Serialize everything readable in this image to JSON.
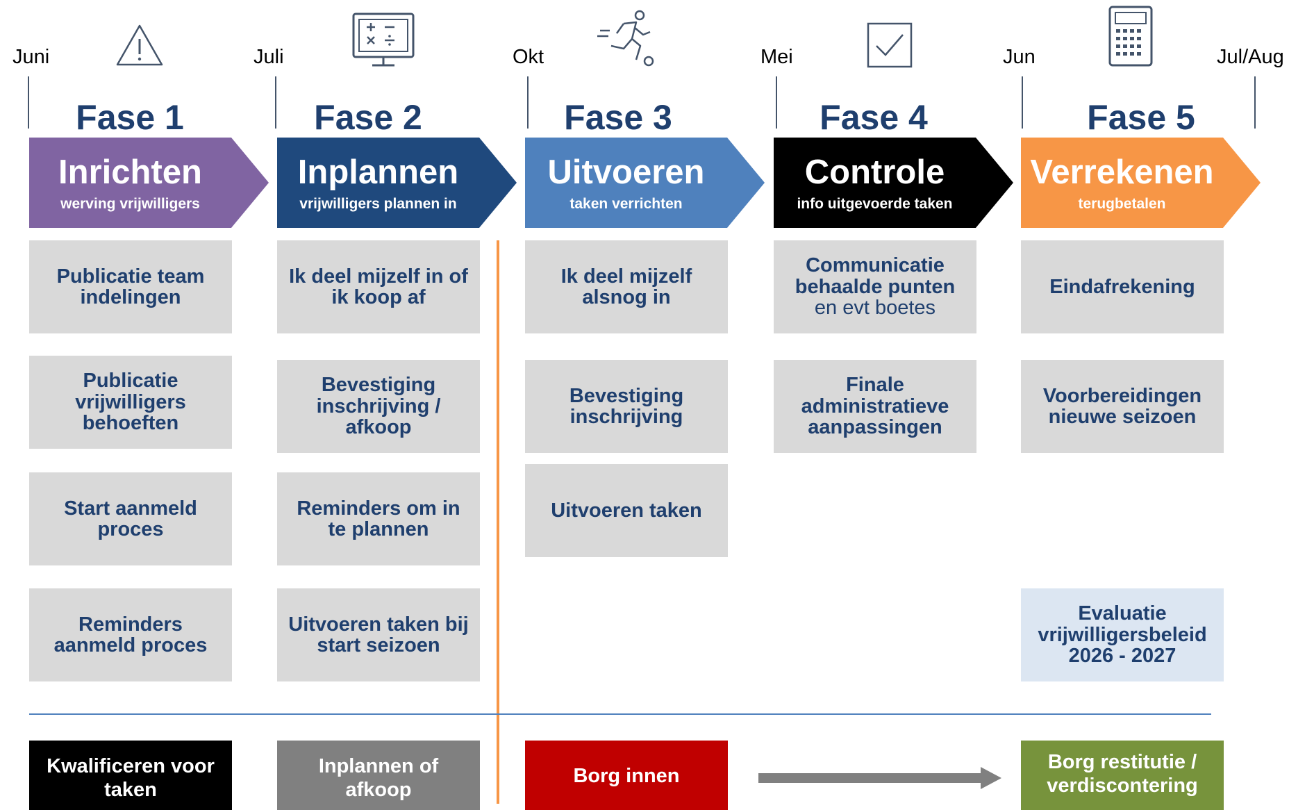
{
  "timeline": {
    "months": [
      "Juni",
      "Juli",
      "Okt",
      "Mei",
      "Jun",
      "Jul/Aug"
    ]
  },
  "icons": [
    "warning-icon",
    "calculator-screen-icon",
    "runner-icon",
    "checkbox-icon",
    "calculator-icon"
  ],
  "colors": {
    "phase_title": "#1f3f6e",
    "inrichten": "#8064a2",
    "inplannen": "#1f497d",
    "uitvoeren": "#4f81bd",
    "controle": "#000000",
    "verrekenen": "#f79646",
    "box_gray": "#d9d9d9",
    "box_light_blue": "#dce6f2",
    "divider_orange": "#f79646",
    "divider_blue": "#4f81bd",
    "arrow_gray": "#808080",
    "bottom_black": "#000000",
    "bottom_gray": "#808080",
    "bottom_red": "#c00000",
    "bottom_green": "#77933c"
  },
  "phases": [
    {
      "title": "Fase 1",
      "name": "Inrichten",
      "subtitle": "werving vrijwilligers",
      "tasks": [
        "Publicatie team indelingen",
        "Publicatie vrijwilligers behoeften",
        "Start aanmeld proces",
        "Reminders aanmeld proces"
      ],
      "bottom": "Kwalificeren voor taken"
    },
    {
      "title": "Fase 2",
      "name": "Inplannen",
      "subtitle": "vrijwilligers plannen in",
      "tasks": [
        "Ik deel mijzelf in of ik koop af",
        "Bevestiging inschrijving / afkoop",
        "Reminders om in te plannen",
        "Uitvoeren taken bij start seizoen"
      ],
      "bottom": "Inplannen of afkoop"
    },
    {
      "title": "Fase 3",
      "name": "Uitvoeren",
      "subtitle": "taken verrichten",
      "tasks": [
        "Ik deel mijzelf alsnog in",
        "Bevestiging inschrijving",
        "Uitvoeren taken"
      ],
      "bottom": "Borg innen"
    },
    {
      "title": "Fase 4",
      "name": "Controle",
      "subtitle": "info uitgevoerde taken",
      "tasks": [
        "Communicatie behaalde punten",
        "Finale administratieve aanpassingen"
      ],
      "task_note": "en evt boetes"
    },
    {
      "title": "Fase 5",
      "name": "Verrekenen",
      "subtitle": "terugbetalen",
      "tasks": [
        "Eindafrekening",
        "Voorbereidingen nieuwe seizoen",
        "Evaluatie vrijwilligersbeleid 2026 - 2027"
      ],
      "bottom": "Borg restitutie / verdiscontering"
    }
  ]
}
